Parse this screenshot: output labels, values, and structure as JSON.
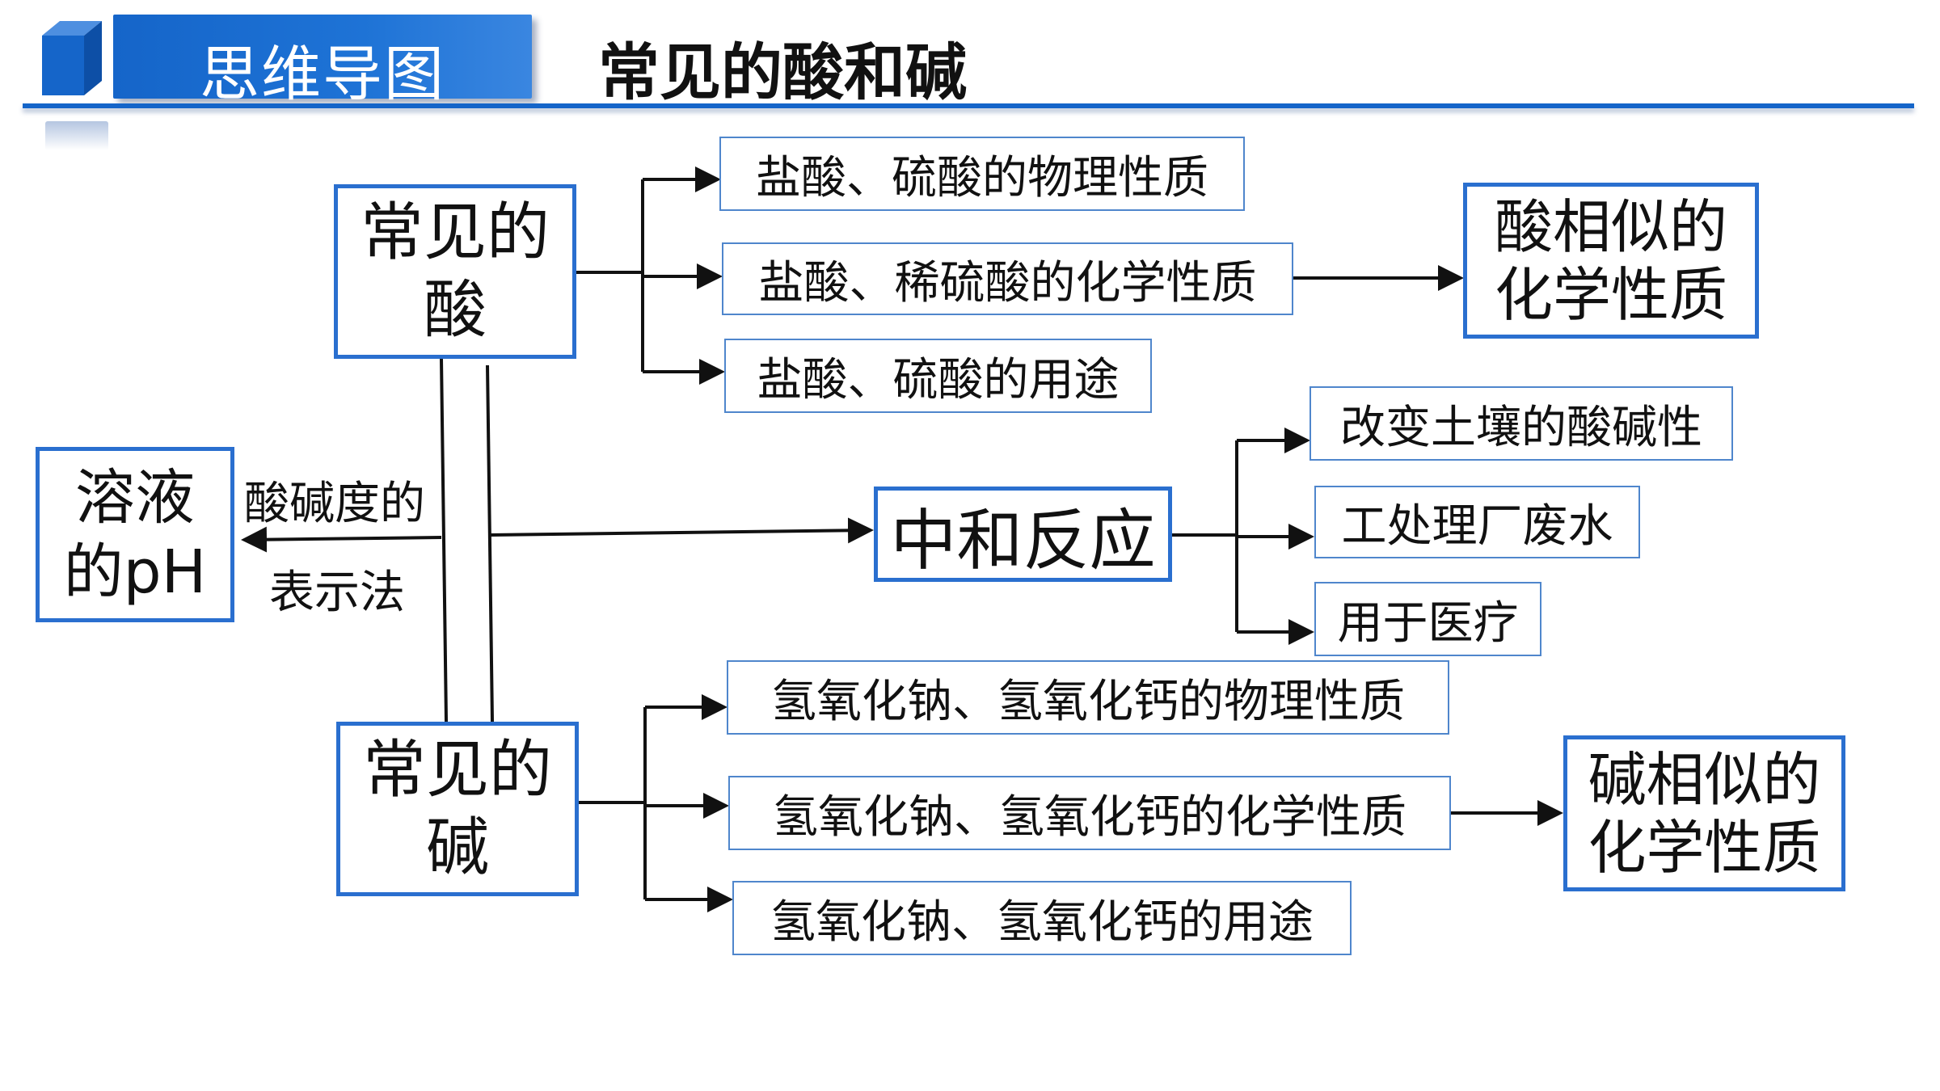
{
  "header": {
    "banner_label": "思维导图",
    "subject": "常见的酸和碱"
  },
  "colors": {
    "accent": "#1565c9",
    "node_border": "#2a6fcf",
    "detail_border": "#4f86cc",
    "line": "#111111"
  },
  "nodes": {
    "acid": {
      "line1": "常见的",
      "line2": "酸"
    },
    "base": {
      "line1": "常见的",
      "line2": "碱"
    },
    "ph": {
      "line1": "溶液",
      "line2": "的pH"
    },
    "neutralization": {
      "label": "中和反应"
    },
    "acid_similar": {
      "line1": "酸相似的",
      "line2": "化学性质"
    },
    "base_similar": {
      "line1": "碱相似的",
      "line2": "化学性质"
    }
  },
  "acid_details": [
    "盐酸、硫酸的物理性质",
    "盐酸、稀硫酸的化学性质",
    "盐酸、硫酸的用途"
  ],
  "neutralization_uses": [
    "改变土壤的酸碱性",
    "工处理厂废水",
    "用于医疗"
  ],
  "base_details": [
    "氢氧化钠、氢氧化钙的物理性质",
    "氢氧化钠、氢氧化钙的化学性质",
    "氢氧化钠、氢氧化钙的用途"
  ],
  "ph_edge_label": {
    "line1": "酸碱度的",
    "line2": "表示法"
  }
}
